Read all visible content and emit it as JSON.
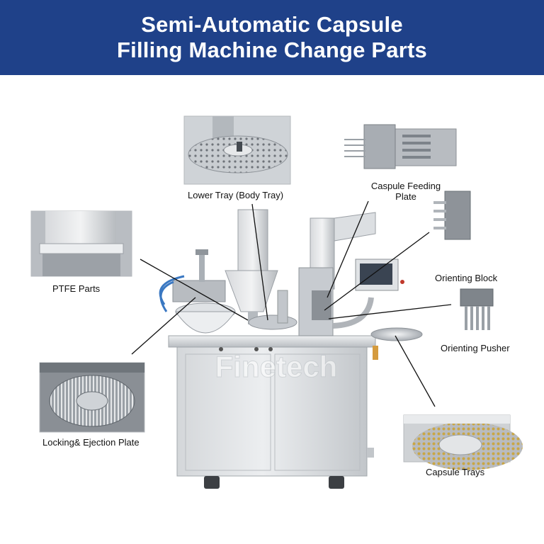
{
  "title": {
    "line1": "Semi-Automatic Capsule",
    "line2": "Filling Machine Change Parts"
  },
  "watermark": "Finetech",
  "parts": {
    "lower_tray": "Lower Tray (Body Tray)",
    "feeding_plate_line1": "Caspule Feeding",
    "feeding_plate_line2": "Plate",
    "ptfe": "PTFE Parts",
    "orienting_block": "Orienting Block",
    "orienting_pusher": "Orienting Pusher",
    "locking_plate": "Locking& Ejection Plate",
    "capsule_trays": "Capsule Trays"
  },
  "colors": {
    "header_bg": "#1f4189",
    "header_text": "#ffffff",
    "steel": "#c9cdd1"
  }
}
